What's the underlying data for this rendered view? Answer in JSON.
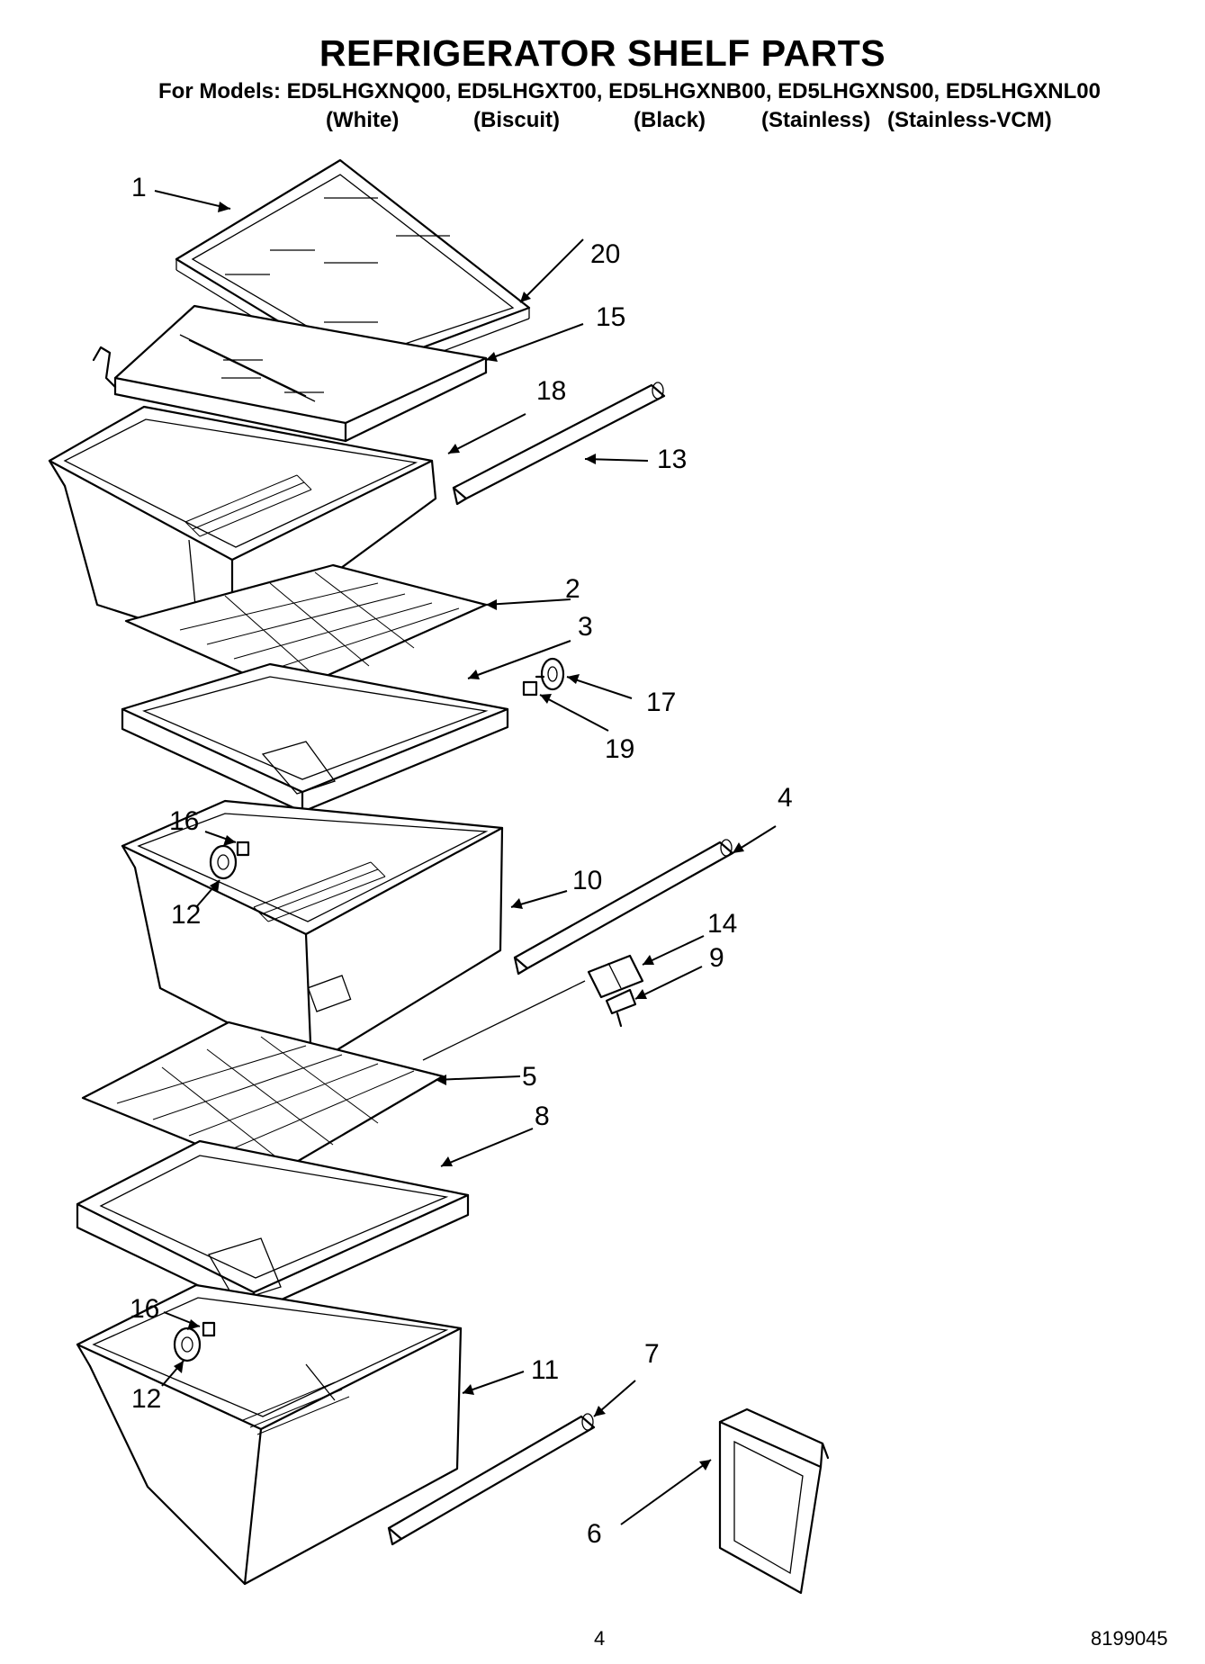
{
  "header": {
    "title": "REFRIGERATOR SHELF PARTS",
    "models_line": "For Models: ED5LHGXNQ00, ED5LHGXT00, ED5LHGXNB00, ED5LHGXNS00, ED5LHGXNL00",
    "colors": [
      "(White)",
      "(Biscuit)",
      "(Black)",
      "(Stainless)",
      "(Stainless-VCM)"
    ]
  },
  "callouts": {
    "c1": "1",
    "c20": "20",
    "c15": "15",
    "c18": "18",
    "c13": "13",
    "c2": "2",
    "c3": "3",
    "c17": "17",
    "c19": "19",
    "c4": "4",
    "c16a": "16",
    "c12a": "12",
    "c10": "10",
    "c14": "14",
    "c9": "9",
    "c5": "5",
    "c8": "8",
    "c16b": "16",
    "c12b": "12",
    "c11": "11",
    "c7": "7",
    "c6": "6"
  },
  "footer": {
    "page_number": "4",
    "doc_number": "8199045"
  }
}
